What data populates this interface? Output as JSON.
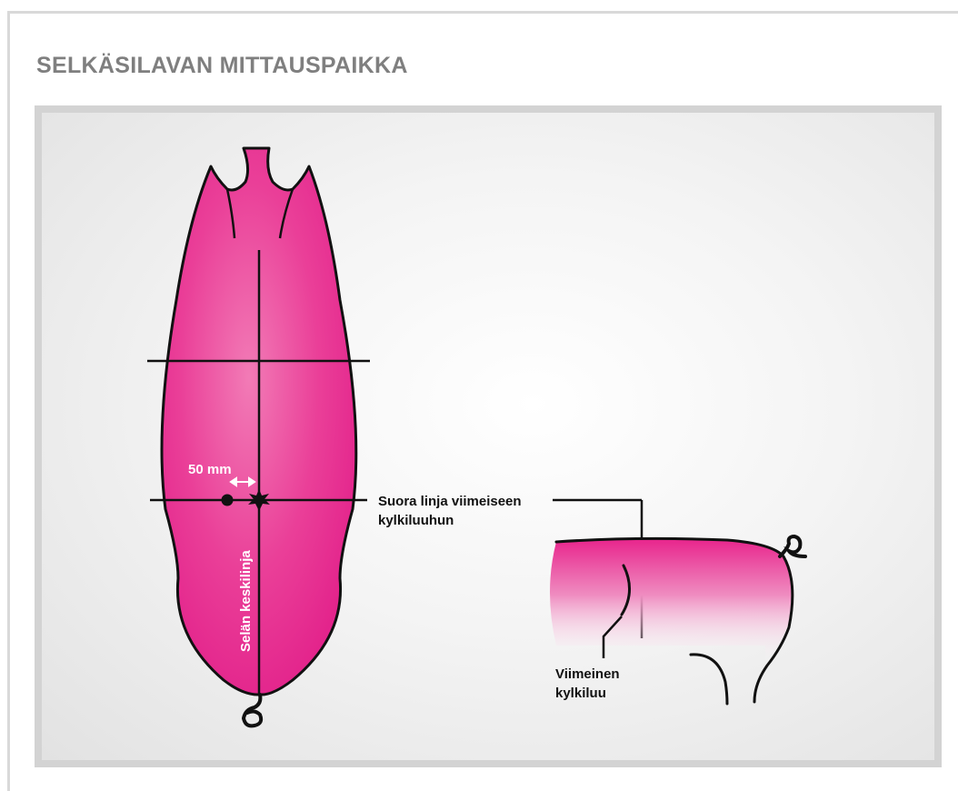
{
  "title": "SELKÄSILAVAN MITTAUSPAIKKA",
  "labels": {
    "distance": "50 mm",
    "midline": "Selän keskilinja",
    "straight_line_1": "Suora linja viimeiseen",
    "straight_line_2": "kylkiluuhun",
    "last_rib_1": "Viimeinen",
    "last_rib_2": "kylkiluu"
  },
  "colors": {
    "carcass_pink": "#e8248c",
    "title_gray": "#7f7f7f",
    "panel_border": "#d3d3d3"
  }
}
